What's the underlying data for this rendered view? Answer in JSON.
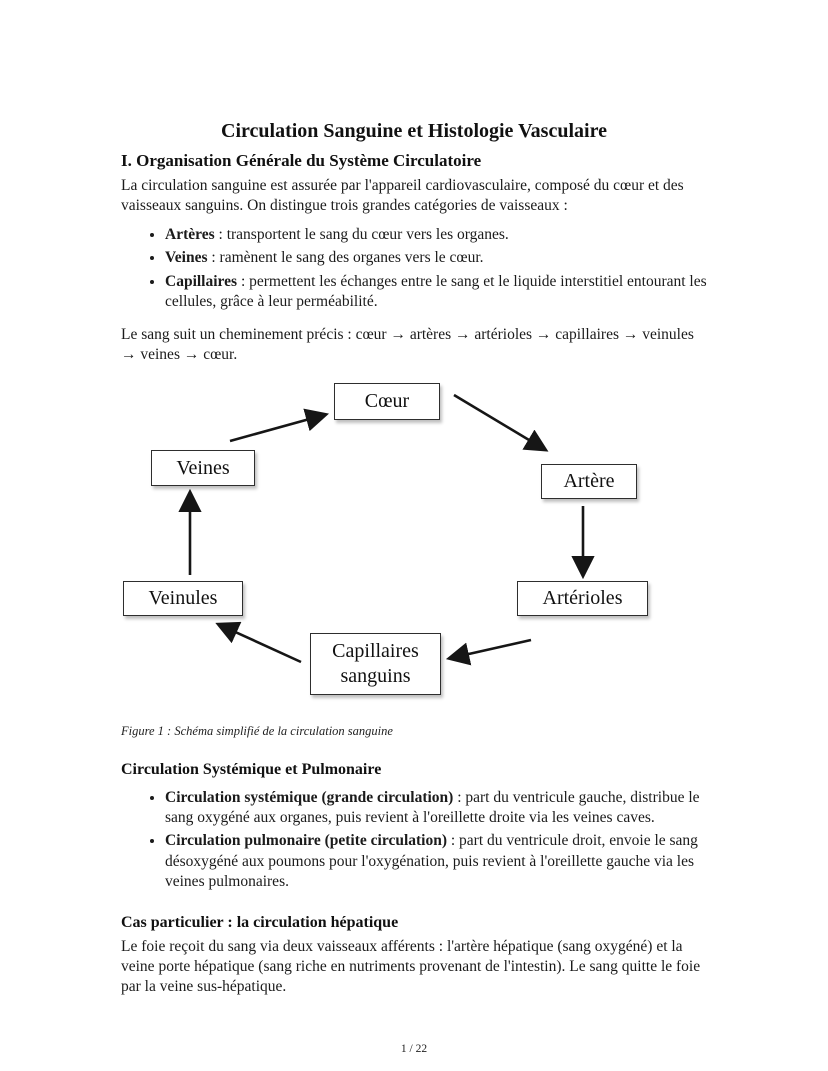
{
  "doc": {
    "title": "Circulation Sanguine et Histologie Vasculaire",
    "footer": "1 / 22"
  },
  "section_organisation": {
    "heading": "I. Organisation Générale du Système Circulatoire",
    "intro": "La circulation sanguine est assurée par l'appareil cardiovasculaire, composé du cœur et des vaisseaux sanguins. On distingue trois grandes catégories de vaisseaux :",
    "bullets": [
      {
        "term": "Artères",
        "desc": " : transportent le sang du cœur vers les organes."
      },
      {
        "term": "Veines",
        "desc": " : ramènent le sang des organes vers le cœur."
      },
      {
        "term": "Capillaires",
        "desc": " : permettent les échanges entre le sang et le liquide interstitiel entourant les cellules, grâce à leur perméabilité."
      }
    ],
    "pathway": "Le sang suit un cheminement précis : cœur → artères → artérioles → capillaires → veinules → veines → cœur."
  },
  "diagram": {
    "nodes": {
      "coeur": "Cœur",
      "artere": "Artère",
      "arterioles": "Artérioles",
      "capillaires": "Capillaires sanguins",
      "veinules": "Veinules",
      "veines": "Veines"
    },
    "caption": "Figure 1 : Schéma simplifié de la circulation sanguine"
  },
  "section_systemique": {
    "heading": "Circulation Systémique et Pulmonaire",
    "bullets": [
      {
        "term": "Circulation systémique (grande circulation)",
        "desc": " : part du ventricule gauche, distribue le sang oxygéné aux organes, puis revient à l'oreillette droite via les veines caves."
      },
      {
        "term": "Circulation pulmonaire (petite circulation)",
        "desc": " : part du ventricule droit, envoie le sang désoxygéné aux poumons pour l'oxygénation, puis revient à l'oreillette gauche via les veines pulmonaires."
      }
    ]
  },
  "section_hepatique": {
    "heading": "Cas particulier : la circulation hépatique",
    "body": "Le foie reçoit du sang via deux vaisseaux afférents : l'artère hépatique (sang oxygéné) et la veine porte hépatique (sang riche en nutriments provenant de l'intestin). Le sang quitte le foie par la veine sus-hépatique."
  }
}
